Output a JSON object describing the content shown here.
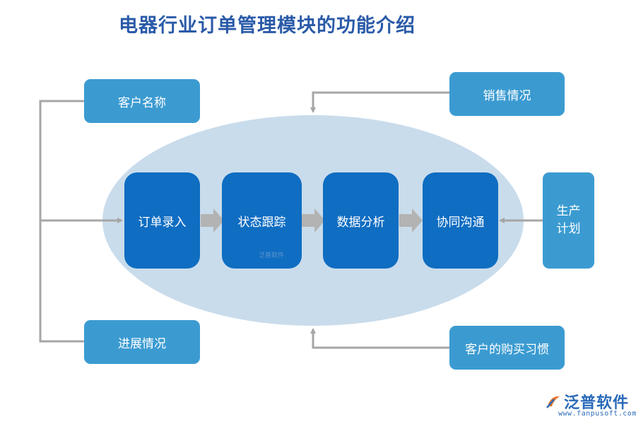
{
  "title": "电器行业订单管理模块的功能介绍",
  "left_inputs": {
    "customer_name": "客户名称",
    "progress": "进展情况"
  },
  "right_inputs": {
    "sales": "销售情况",
    "production": "生产\n计划",
    "buying_habits": "客户的购买习惯"
  },
  "steps": [
    {
      "label": "订单录入"
    },
    {
      "label": "状态跟踪"
    },
    {
      "label": "数据分析"
    },
    {
      "label": "协同沟通"
    }
  ],
  "watermark": "泛普软件",
  "logo": {
    "name": "泛普软件",
    "url": "www.fanpusoft.com"
  },
  "colors": {
    "title": "#2a5aa8",
    "side_box": "#3b9bd1",
    "step_box": "#0f6dc2",
    "ellipse": "#c9dcec",
    "connector": "#a6a6a6"
  }
}
